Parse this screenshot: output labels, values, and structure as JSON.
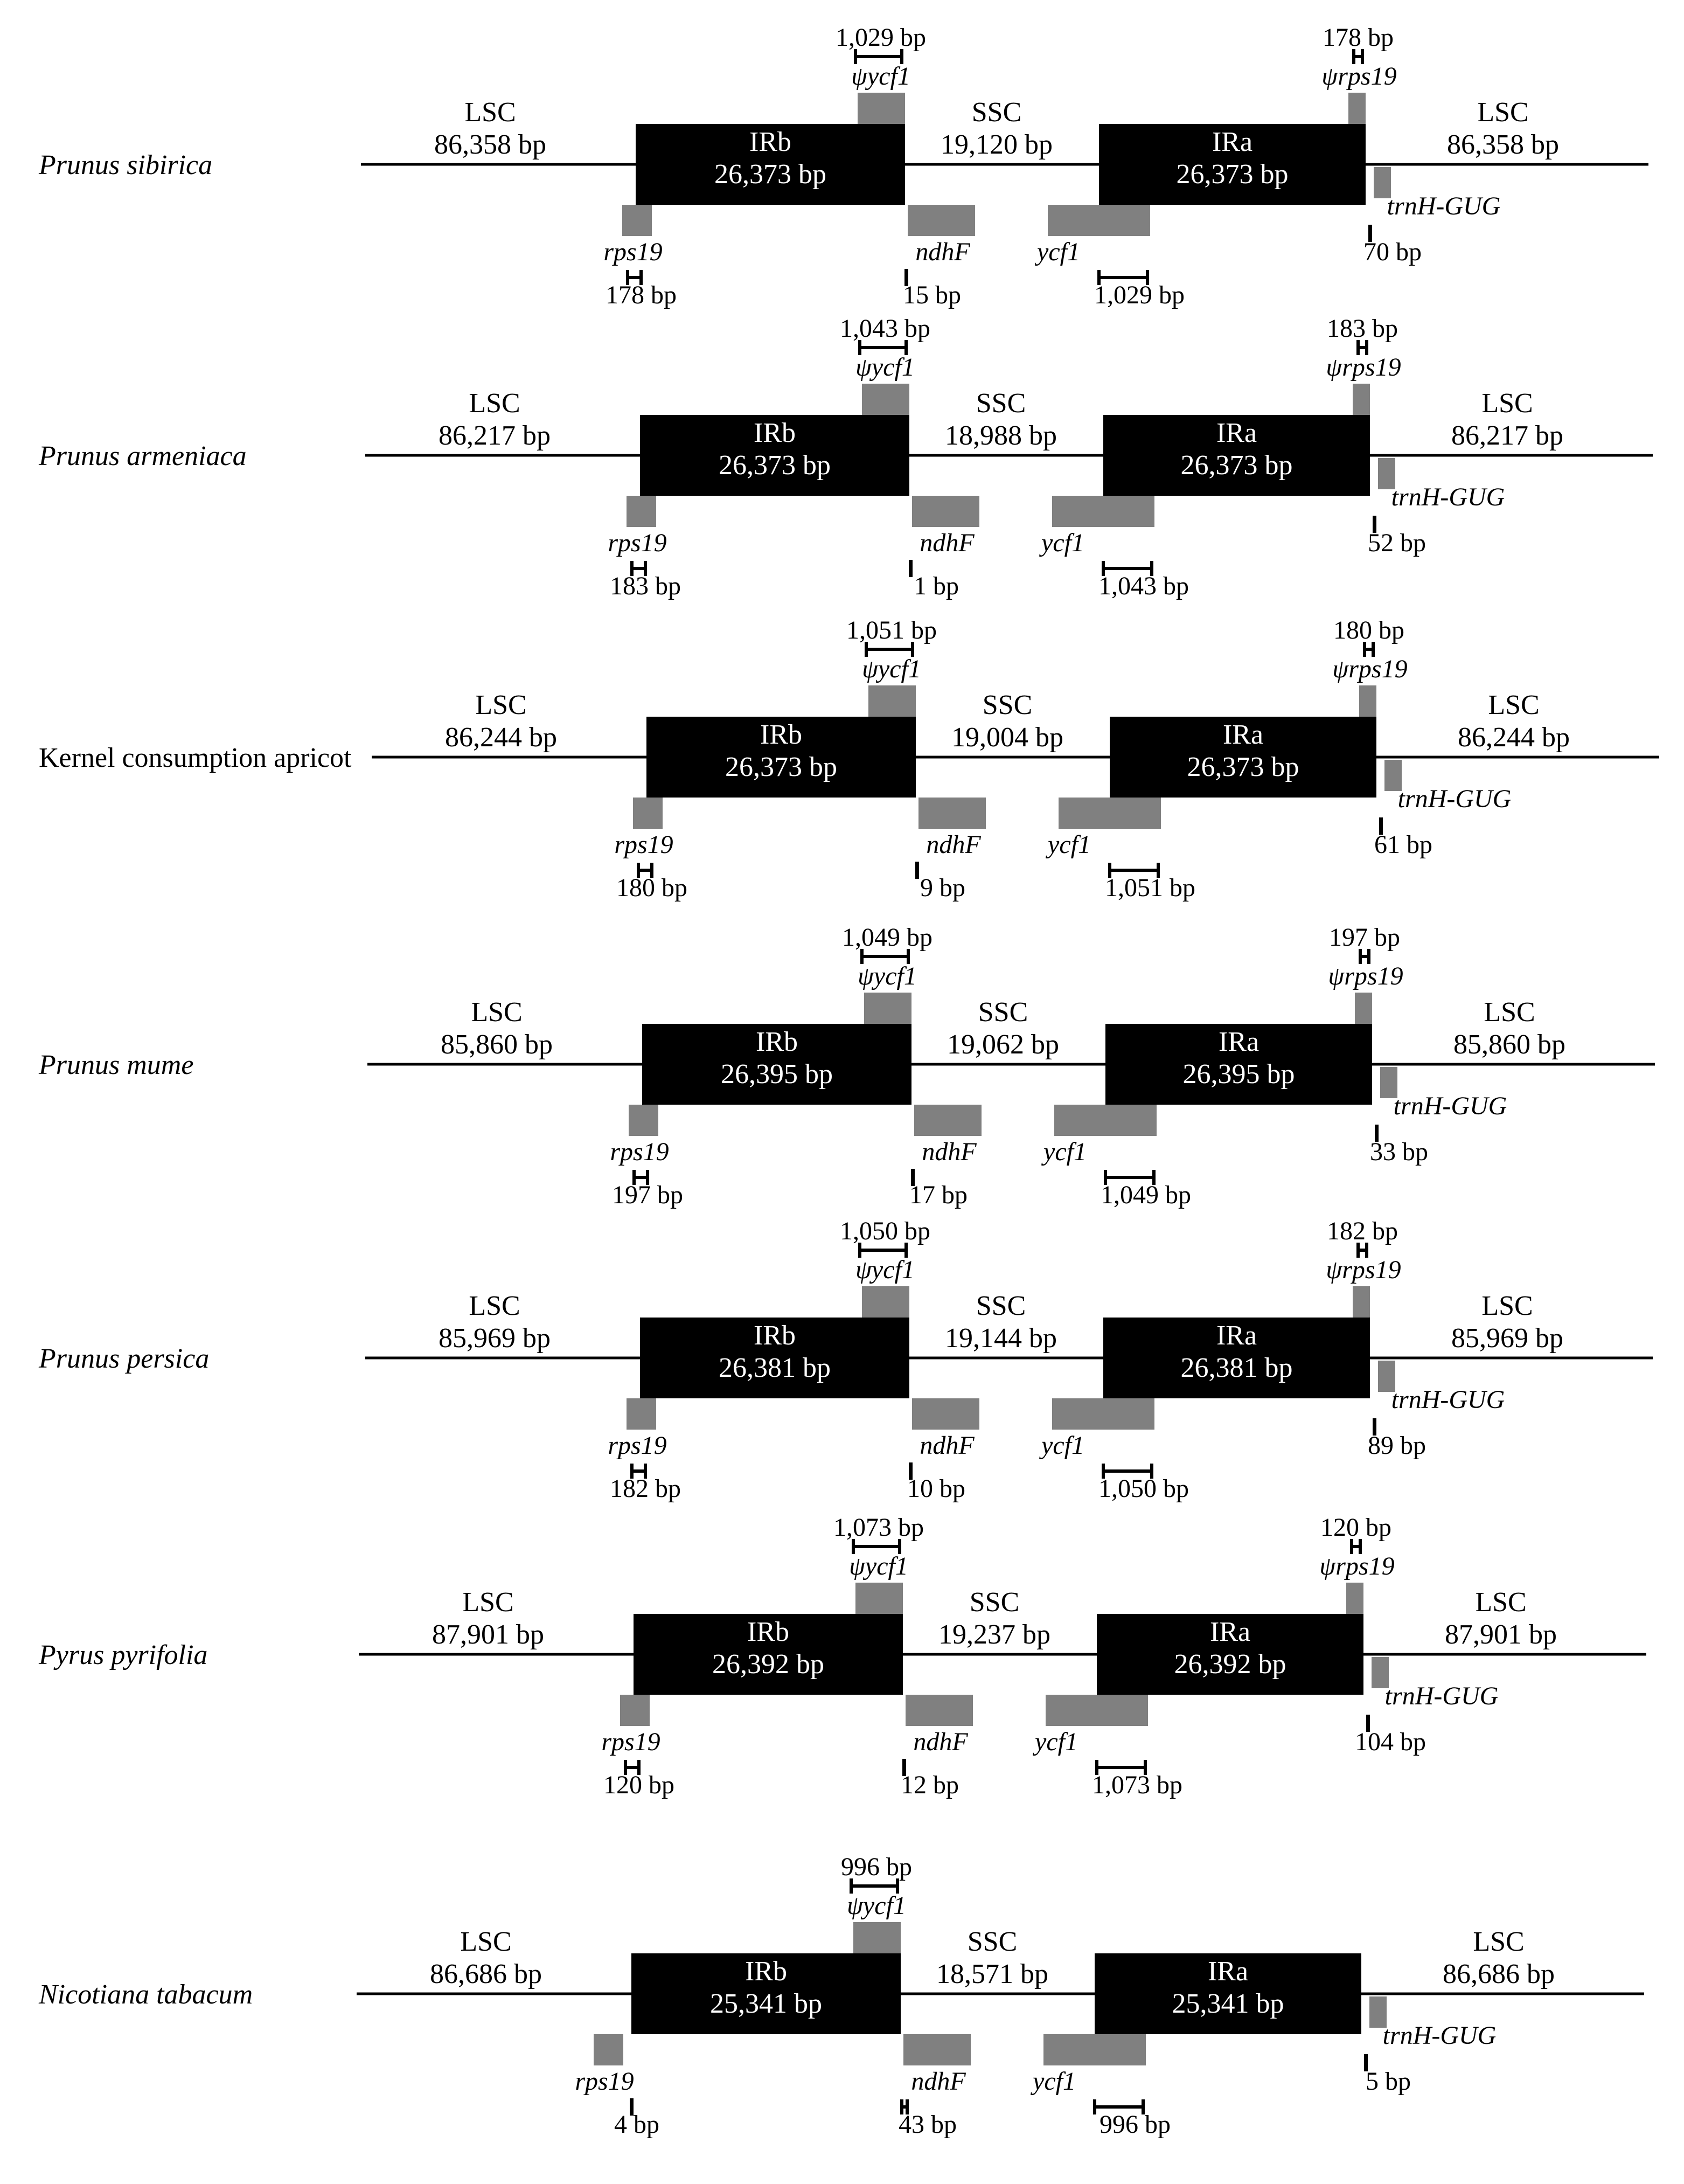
{
  "colors": {
    "ir_block": "#000000",
    "gene_box": "#808080",
    "line": "#000000",
    "ir_text": "#ffffff"
  },
  "rows": [
    {
      "species": "Prunus sibirica",
      "species_italic": true,
      "lsc_left": "86,358 bp",
      "irb": "26,373 bp",
      "ssc": "19,120 bp",
      "ira": "26,373 bp",
      "lsc_right": "86,358 bp",
      "psi_ycf1_len": "1,029 bp",
      "psi_rps19_len": "178 bp",
      "rps19_len": "178 bp",
      "ndhF_len": "15 bp",
      "ycf1_len": "1,029 bp",
      "trnH_len": "70 bp"
    },
    {
      "species": "Prunus armeniaca",
      "species_italic": true,
      "lsc_left": "86,217 bp",
      "irb": "26,373 bp",
      "ssc": "18,988 bp",
      "ira": "26,373 bp",
      "lsc_right": "86,217 bp",
      "psi_ycf1_len": "1,043 bp",
      "psi_rps19_len": "183 bp",
      "rps19_len": "183 bp",
      "ndhF_len": "1 bp",
      "ycf1_len": "1,043 bp",
      "trnH_len": "52 bp"
    },
    {
      "species": "Kernel consumption apricot",
      "species_italic": false,
      "lsc_left": "86,244 bp",
      "irb": "26,373 bp",
      "ssc": "19,004 bp",
      "ira": "26,373 bp",
      "lsc_right": "86,244 bp",
      "psi_ycf1_len": "1,051 bp",
      "psi_rps19_len": "180 bp",
      "rps19_len": "180 bp",
      "ndhF_len": "9 bp",
      "ycf1_len": "1,051 bp",
      "trnH_len": "61 bp"
    },
    {
      "species": "Prunus mume",
      "species_italic": true,
      "lsc_left": "85,860 bp",
      "irb": "26,395 bp",
      "ssc": "19,062 bp",
      "ira": "26,395 bp",
      "lsc_right": "85,860 bp",
      "psi_ycf1_len": "1,049 bp",
      "psi_rps19_len": "197 bp",
      "rps19_len": "197 bp",
      "ndhF_len": "17 bp",
      "ycf1_len": "1,049 bp",
      "trnH_len": "33 bp"
    },
    {
      "species": "Prunus persica",
      "species_italic": true,
      "lsc_left": "85,969 bp",
      "irb": "26,381 bp",
      "ssc": "19,144 bp",
      "ira": "26,381 bp",
      "lsc_right": "85,969 bp",
      "psi_ycf1_len": "1,050 bp",
      "psi_rps19_len": "182 bp",
      "rps19_len": "182 bp",
      "ndhF_len": "10 bp",
      "ycf1_len": "1,050 bp",
      "trnH_len": "89 bp"
    },
    {
      "species": "Pyrus pyrifolia",
      "species_italic": true,
      "lsc_left": "87,901 bp",
      "irb": "26,392 bp",
      "ssc": "19,237 bp",
      "ira": "26,392 bp",
      "lsc_right": "87,901 bp",
      "psi_ycf1_len": "1,073 bp",
      "psi_rps19_len": "120 bp",
      "rps19_len": "120 bp",
      "ndhF_len": "12 bp",
      "ycf1_len": "1,073 bp",
      "trnH_len": "104 bp"
    },
    {
      "species": "Nicotiana tabacum",
      "species_italic": true,
      "lsc_left": "86,686 bp",
      "irb": "25,341 bp",
      "ssc": "18,571 bp",
      "ira": "25,341 bp",
      "lsc_right": "86,686 bp",
      "psi_ycf1_len": "996 bp",
      "psi_rps19_len": "",
      "rps19_len": "4 bp",
      "ndhF_len": "43 bp",
      "ycf1_len": "996 bp",
      "trnH_len": "5 bp"
    }
  ],
  "labels": {
    "lsc": "LSC",
    "ssc": "SSC",
    "irb": "IRb",
    "ira": "IRa",
    "rps19": "rps19",
    "psi_rps19": "ψrps19",
    "ycf1": "ycf1",
    "psi_ycf1": "ψycf1",
    "ndhF": "ndhF",
    "trnH": "trnH-GUG"
  }
}
